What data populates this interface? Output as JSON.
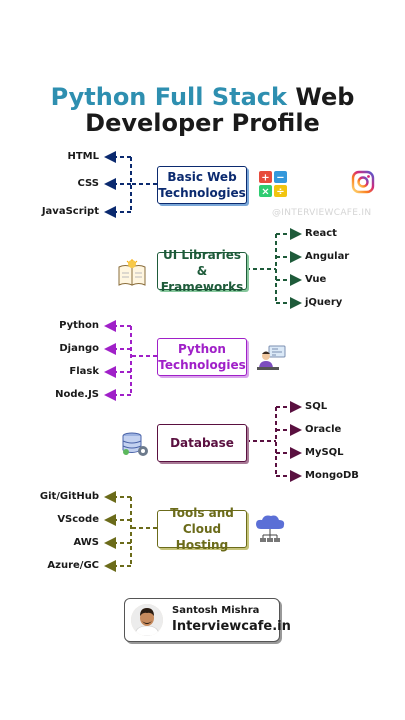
{
  "title": {
    "highlight": "Python Full Stack",
    "rest": "Web",
    "line2": "Developer Profile"
  },
  "watermark": "@INTERVIEWCAFE.IN",
  "sections": [
    {
      "label_line1": "Basic Web",
      "label_line2": "Technologies",
      "color": "#0b2a6f",
      "side": "left",
      "items": [
        "HTML",
        "CSS",
        "JavaScript"
      ]
    },
    {
      "label_line1": "UI Libraries &",
      "label_line2": "Frameworks",
      "color": "#1e5b3a",
      "side": "right",
      "items": [
        "React",
        "Angular",
        "Vue",
        "jQuery"
      ]
    },
    {
      "label_line1": "Python",
      "label_line2": "Technologies",
      "color": "#a020c8",
      "side": "left",
      "items": [
        "Python",
        "Django",
        "Flask",
        "Node.JS"
      ]
    },
    {
      "label_line1": "Database",
      "label_line2": "",
      "color": "#5a1040",
      "side": "right",
      "items": [
        "SQL",
        "Oracle",
        "MySQL",
        "MongoDB"
      ]
    },
    {
      "label_line1": "Tools and",
      "label_line2": "Cloud Hosting",
      "color": "#6b6b1a",
      "side": "left",
      "items": [
        "Git/GitHub",
        "VScode",
        "AWS",
        "Azure/GC"
      ]
    }
  ],
  "author": {
    "name": "Santosh Mishra",
    "site": "Interviewcafe.in"
  },
  "icons": [
    "calculator-icon",
    "instagram-icon",
    "open-book-icon",
    "developer-icon",
    "database-settings-icon",
    "cloud-network-icon"
  ]
}
